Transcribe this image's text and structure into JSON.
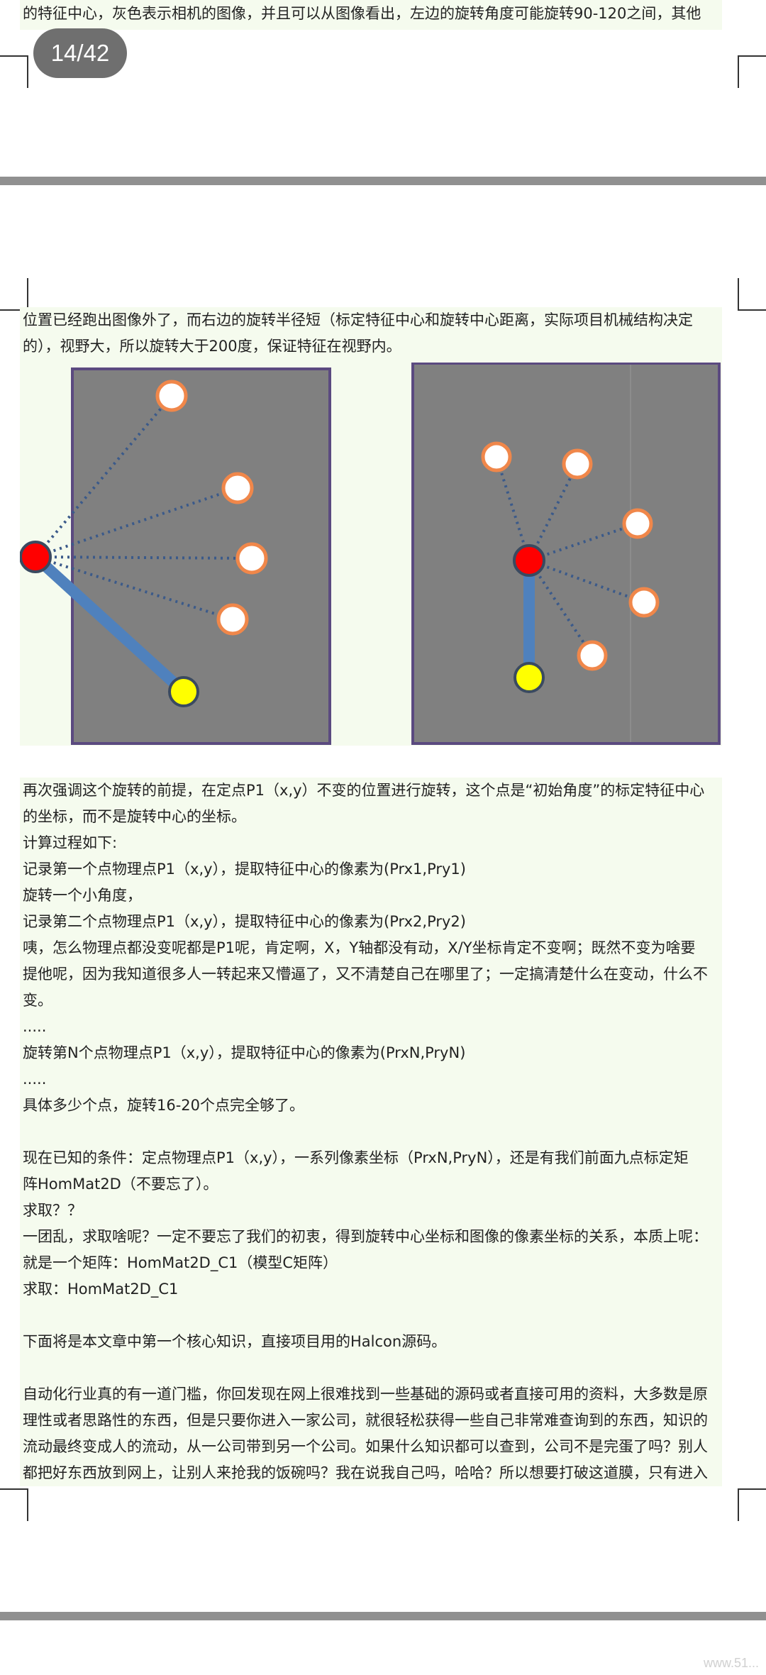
{
  "page_indicator": "14/42",
  "top_text": "的特征中心，灰色表示相机的图像，并且可以从图像看出，左边的旋转角度可能旋转90-120之间，其他",
  "intro": [
    "位置已经跑出图像外了，而右边的旋转半径短（标定特征中心和旋转中心距离，实际项目机械结构决定",
    "的），视野大，所以旋转大于200度，保证特征在视野内。"
  ],
  "body": [
    "再次强调这个旋转的前提，在定点P1（x,y）不变的位置进行旋转，这个点是“初始角度”的标定特征中心",
    "的坐标，而不是旋转中心的坐标。",
    "计算过程如下:",
    "记录第一个点物理点P1（x,y），提取特征中心的像素为(Prx1,Pry1)",
    "旋转一个小角度，",
    "记录第二个点物理点P1（x,y），提取特征中心的像素为(Prx2,Pry2)",
    "咦，怎么物理点都没变呢都是P1呢，肯定啊，X，Y轴都没有动，X/Y坐标肯定不变啊；既然不变为啥要",
    "提他呢，因为我知道很多人一转起来又懵逼了，又不清楚自己在哪里了；一定搞清楚什么在变动，什么不",
    "变。",
    ".....",
    "旋转第N个点物理点P1（x,y），提取特征中心的像素为(PrxN,PryN)",
    ".....",
    "具体多少个点，旋转16-20个点完全够了。",
    "",
    "现在已知的条件：定点物理点P1（x,y），一系列像素坐标（PrxN,PryN），还是有我们前面九点标定矩",
    "阵HomMat2D（不要忘了）。",
    "求取？？",
    "一团乱，求取啥呢？一定不要忘了我们的初衷，得到旋转中心坐标和图像的像素坐标的关系，本质上呢：",
    "就是一个矩阵：HomMat2D_C1（模型C矩阵）",
    "求取：HomMat2D_C1",
    "",
    "下面将是本文章中第一个核心知识，直接项目用的Halcon源码。",
    "",
    "自动化行业真的有一道门槛，你回发现在网上很难找到一些基础的源码或者直接可用的资料，大多数是原",
    "理性或者思路性的东西，但是只要你进入一家公司，就很轻松获得一些自己非常难查询到的东西，知识的",
    "流动最终变成人的流动，从一公司带到另一个公司。如果什么知识都可以查到，公司不是完蛋了吗？别人",
    "都把好东西放到网上，让别人来抢我的饭碗吗？我在说我自己吗，哈哈？所以想要打破这道膜，只有进入"
  ],
  "colors": {
    "camera": "#808080",
    "center": "#ff0000",
    "feature": "#ffff00",
    "arm": "#4f81bd",
    "ring": "#f0874a"
  },
  "watermark": "www.51..."
}
